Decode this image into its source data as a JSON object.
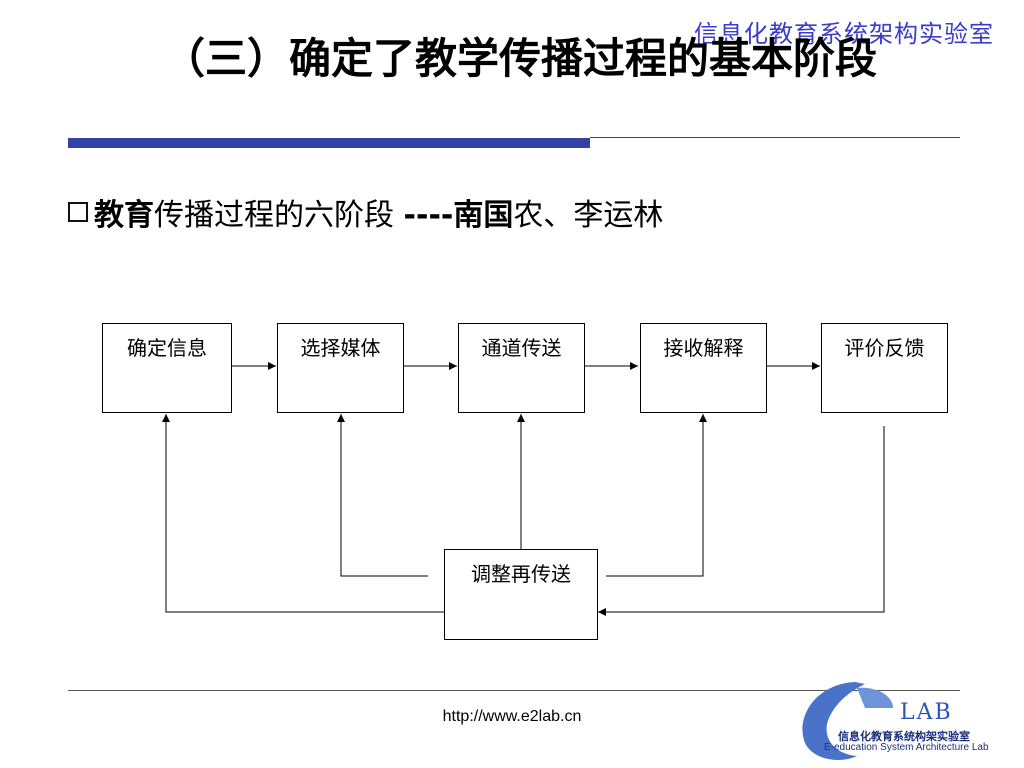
{
  "header": {
    "lab_name": "信息化教育系统架构实验室",
    "title": "（三）确定了教学传播过程的基本阶段"
  },
  "bullet": {
    "text_bold_prefix": "教育",
    "text_main": "传播过程的六阶段 ",
    "text_bold_dashes": "----南国",
    "text_suffix": "农、李运林"
  },
  "diagram": {
    "stages": [
      "确定信息",
      "选择媒体",
      "通道传送",
      "接收解释",
      "评价反馈"
    ],
    "adjust_box": "调整再传送"
  },
  "footer": {
    "url": "http://www.e2lab.cn",
    "logo_lab": "LAB",
    "logo_cn": "信息化教育系统构架实验室",
    "logo_en": "E-education System Architecture Lab"
  },
  "colors": {
    "title_rule": "#3342a7",
    "lab_name": "#3b3bcc",
    "logo_blue": "#2a54b8"
  }
}
